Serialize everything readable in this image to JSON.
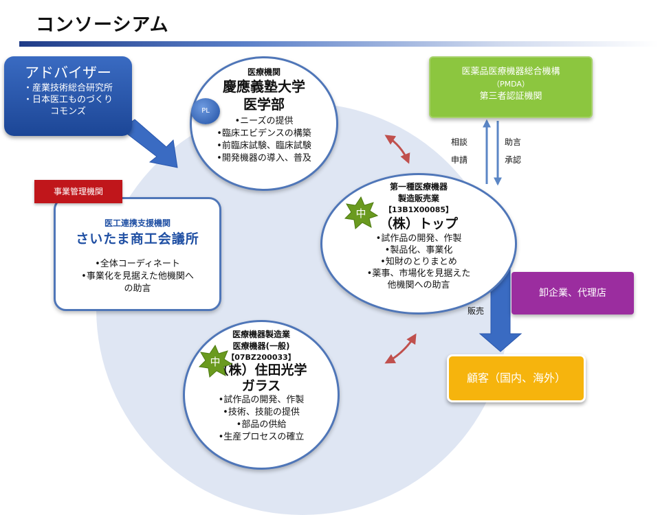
{
  "title": "コンソーシアム",
  "advisor": {
    "title": "アドバイザー",
    "items": [
      "・産業技術総合研究所",
      "・日本医工ものづくり",
      "コモンズ"
    ]
  },
  "keio": {
    "category": "医療機関",
    "name_line1": "慶應義塾大学",
    "name_line2": "医学部",
    "badge": "PL",
    "bullets": [
      "•ニーズの提供",
      "•臨床エビデンスの構築",
      "•前臨床試験、臨床試験",
      "•開発機器の導入、普及"
    ]
  },
  "top": {
    "category_line1": "第一種医療機器",
    "category_line2": "製造販売業",
    "code": "【13B1X00085】",
    "name": "（株）トップ",
    "badge": "中",
    "bullets": [
      "•試作品の開発、作製",
      "•製品化、事業化",
      "•知財のとりまとめ",
      "•薬事、市場化を見据えた",
      "他機関への助言"
    ]
  },
  "sumita": {
    "category_line1": "医療機器製造業",
    "category_line2": "医療機器(一般)",
    "code": "【07BZ200033】",
    "name_line1": "（株）住田光学",
    "name_line2": "ガラス",
    "badge": "中",
    "bullets": [
      "•試作品の開発、作製",
      "•技術、技能の提供",
      "•部品の供給",
      "•生産プロセスの確立"
    ]
  },
  "saitama": {
    "tag": "事業管理機関",
    "category": "医工連携支援機関",
    "name": "さいたま商工会議所",
    "bullets": [
      "•全体コーディネート",
      "•事業化を見据えた他機関へ",
      "の助言"
    ]
  },
  "pmda": {
    "line1": "医薬品医療機器総合機構",
    "line2": "（PMDA）",
    "line3": "第三者認証機関"
  },
  "pmda_arrows": {
    "left_line1": "相談",
    "left_line2": "申請",
    "right_line1": "助言",
    "right_line2": "承認"
  },
  "sales_label": "販売",
  "oroshi": "卸企業、代理店",
  "kokyaku": "顧客（国内、海外）",
  "colors": {
    "advisor_blue": "#2a57ad",
    "outline_blue": "#4f76b8",
    "pmda_green": "#8cc63f",
    "wholesaler_purple": "#9b2d9f",
    "customer_orange": "#f6b40d",
    "tag_red": "#c0161b",
    "badge_green": "#6a9a1f"
  }
}
